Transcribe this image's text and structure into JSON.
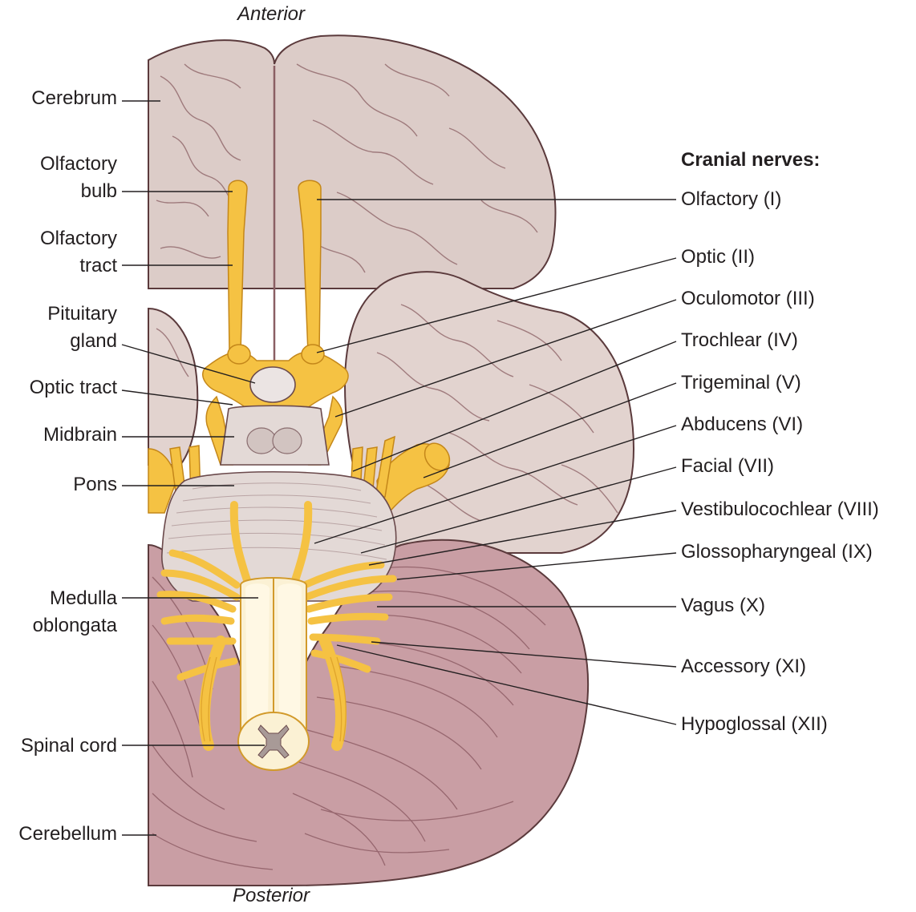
{
  "orientation": {
    "top": "Anterior",
    "bottom": "Posterior"
  },
  "left_labels": {
    "cerebrum": "Cerebrum",
    "olfactory_bulb_line1": "Olfactory",
    "olfactory_bulb_line2": "bulb",
    "olfactory_tract_line1": "Olfactory",
    "olfactory_tract_line2": "tract",
    "pituitary_line1": "Pituitary",
    "pituitary_line2": "gland",
    "optic_tract": "Optic tract",
    "midbrain": "Midbrain",
    "pons": "Pons",
    "medulla_line1": "Medulla",
    "medulla_line2": "oblongata",
    "spinal_cord": "Spinal cord",
    "cerebellum": "Cerebellum"
  },
  "cranial_nerves": {
    "heading": "Cranial nerves:",
    "items": [
      "Olfactory (I)",
      "Optic (II)",
      "Oculomotor (III)",
      "Trochlear (IV)",
      "Trigeminal (V)",
      "Abducens (VI)",
      "Facial (VII)",
      "Vestibulocochlear (VIII)",
      "Glossopharyngeal (IX)",
      "Vagus (X)",
      "Accessory (XI)",
      "Hypoglossal (XII)"
    ]
  },
  "colors": {
    "nerve": "#f5c243",
    "cerebrum": "#dcccc8",
    "cerebellum": "#c99ea4",
    "medulla": "#fbf1d4",
    "outline": "#5b3a3c"
  }
}
